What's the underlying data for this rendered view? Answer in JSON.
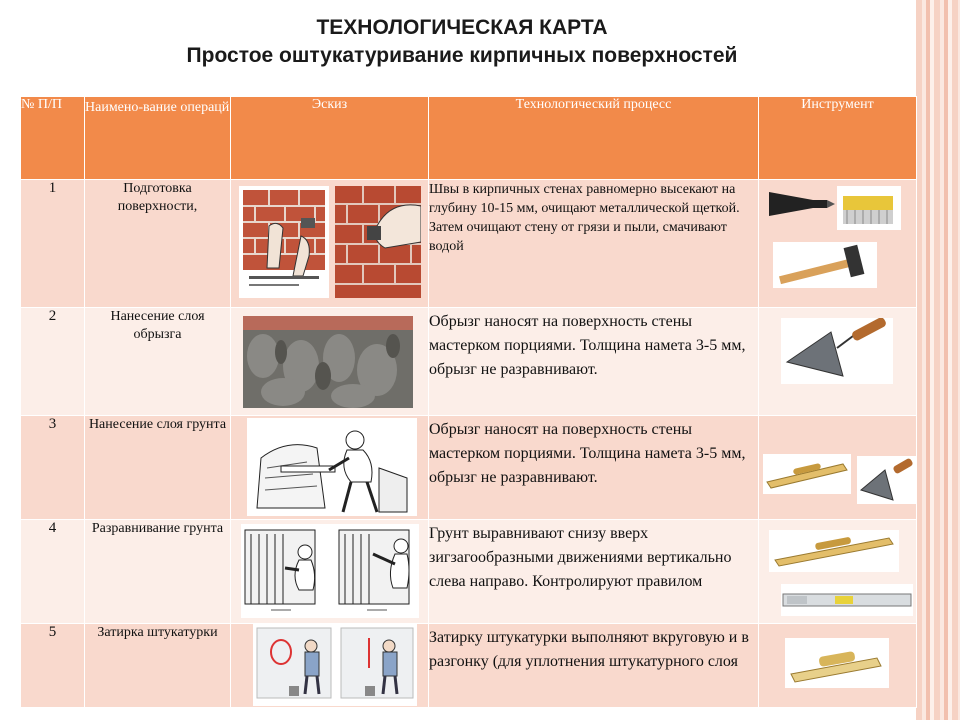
{
  "title": {
    "line1": "ТЕХНОЛОГИЧЕСКАЯ КАРТА",
    "line2": "Простое оштукатуривание кирпичных поверхностей"
  },
  "table": {
    "headers": {
      "num": "№ П/П",
      "name": "Наимено-вание операцй",
      "sketch": "Эскиз",
      "process": "Технологический процесс",
      "tool": "Инструмент"
    },
    "rows": [
      {
        "num": "1",
        "name": "Подготовка поверхности,",
        "process": "Швы в кирпичных стенах равномерно высекают на глубину 10-15 мм, очищают металлической щеткой. Затем очищают стену от грязи и пыли, смачивают водой"
      },
      {
        "num": "2",
        "name": "Нанесение слоя обрызга",
        "process": "Обрызг наносят на поверхность стены мастерком порциями. Толщина намета 3-5 мм, обрызг не разравнивают."
      },
      {
        "num": "3",
        "name": "Нанесение слоя грунта",
        "process": "Обрызг наносят на поверхность стены мастерком порциями. Толщина намета 3-5 мм, обрызг не разравнивают."
      },
      {
        "num": "4",
        "name": "Разравнивание грунта",
        "process": "Грунт выравнивают снизу вверх зигзагообразными движениями вертикально слева направо. Контролируют правилом"
      },
      {
        "num": "5",
        "name": "Затирка штукатурки",
        "process": "Затирку штукатурки выполняют вкруговую и в разгонку (для уплотнения штукатурного слоя"
      }
    ]
  },
  "colors": {
    "header_bg": "#f28a4a",
    "row_odd": "#f9d9cd",
    "row_even": "#fceee8"
  }
}
